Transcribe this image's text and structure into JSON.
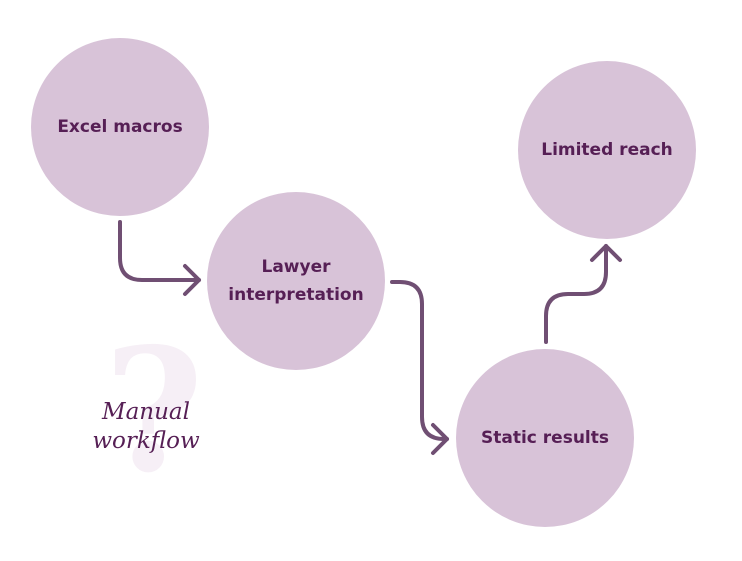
{
  "colors": {
    "node_fill": "#d8c3d8",
    "text": "#561f55",
    "connector": "#704f73",
    "watermark": "#f6eff6",
    "background": "#ffffff"
  },
  "nodes": [
    {
      "id": "excel-macros",
      "label": "Excel macros"
    },
    {
      "id": "lawyer-interpretation",
      "label": "Lawyer interpretation"
    },
    {
      "id": "static-results",
      "label": "Static results"
    },
    {
      "id": "limited-reach",
      "label": "Limited reach"
    }
  ],
  "edges": [
    {
      "from": "excel-macros",
      "to": "lawyer-interpretation"
    },
    {
      "from": "lawyer-interpretation",
      "to": "static-results"
    },
    {
      "from": "static-results",
      "to": "limited-reach"
    }
  ],
  "caption": {
    "line1": "Manual",
    "line2": "workflow"
  },
  "watermark_icon": "question-mark-icon"
}
